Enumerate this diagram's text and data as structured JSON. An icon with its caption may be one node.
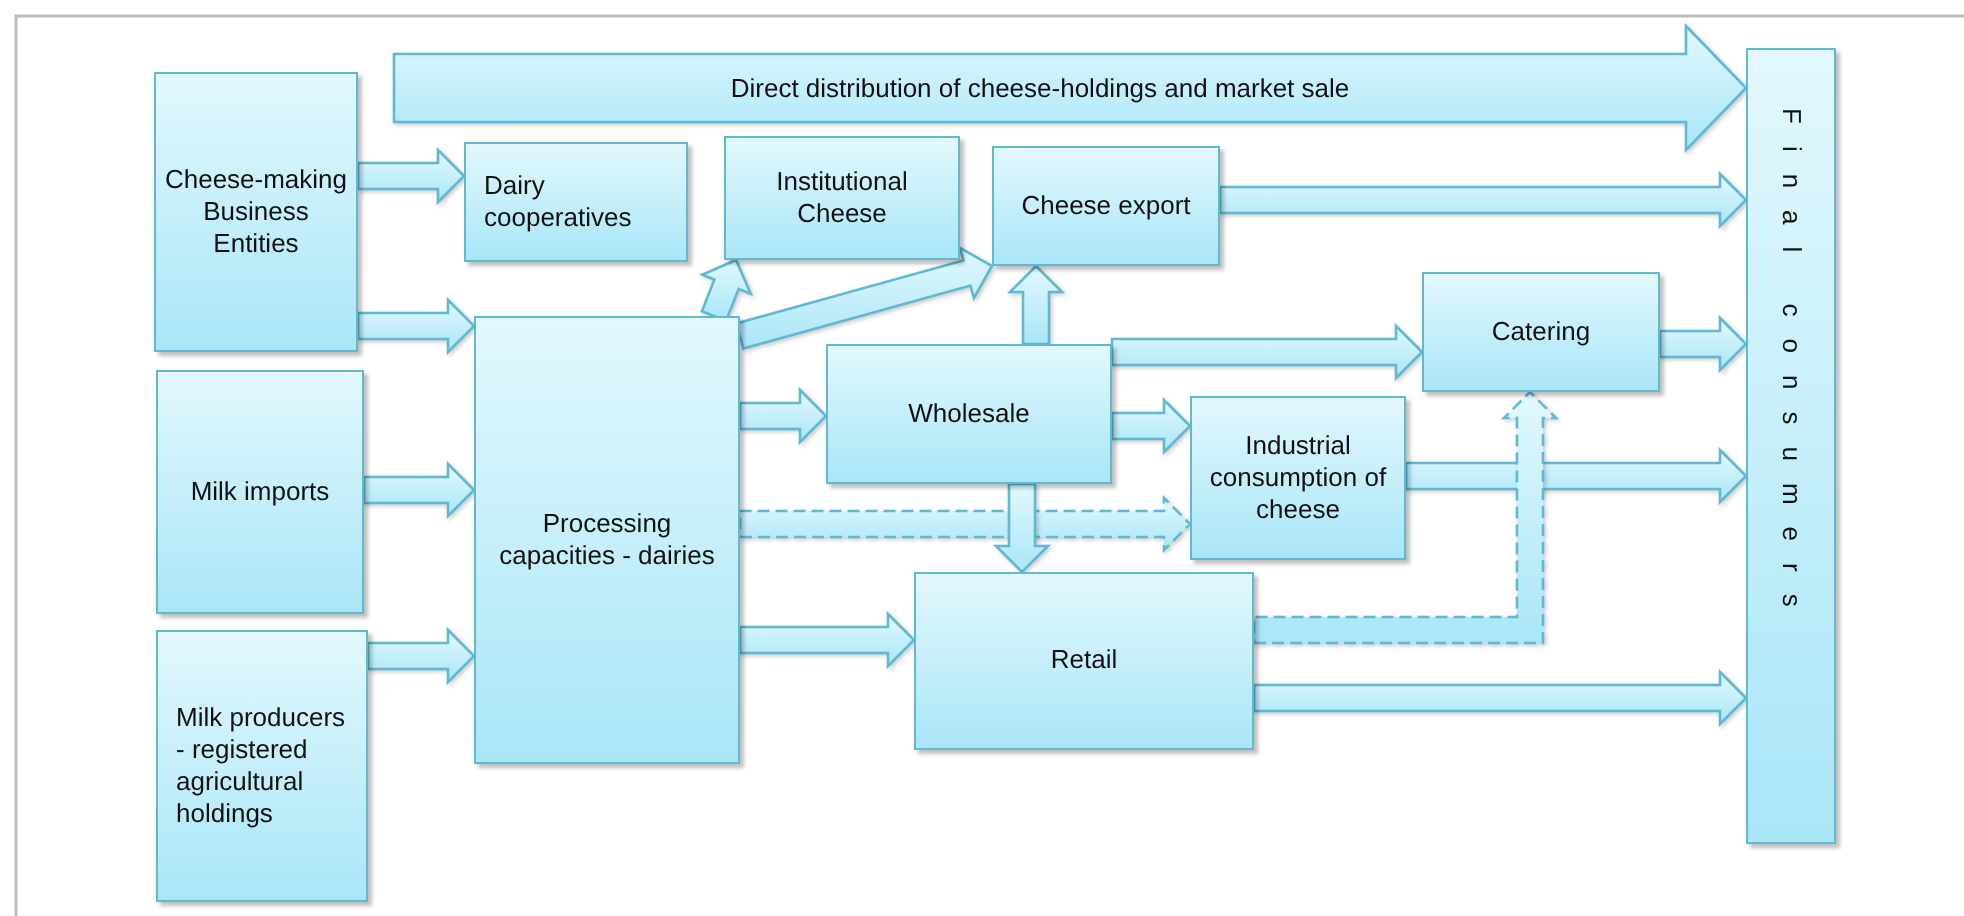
{
  "diagram": {
    "nodes": [
      {
        "text": [
          "Cheese-making Business Entities"
        ]
      },
      {
        "text": [
          "Milk imports"
        ]
      },
      {
        "text": [
          "Milk producers - registered agricultural holdings"
        ]
      },
      {
        "text": [
          "Dairy cooperatives"
        ]
      },
      {
        "text": [
          "Institutional Cheese"
        ]
      },
      {
        "text": [
          "Cheese export"
        ]
      },
      {
        "text": [
          "Processing capacities - dairies"
        ]
      },
      {
        "text": [
          "Wholesale"
        ]
      },
      {
        "text": [
          "Catering"
        ]
      },
      {
        "text": [
          "Industrial consumption of cheese"
        ]
      },
      {
        "text": [
          "Retail"
        ]
      },
      {
        "text": [
          "Final consumers"
        ]
      }
    ],
    "edges": [
      {
        "from": 0,
        "to": 3,
        "arrow": "to"
      },
      {
        "from": 0,
        "to": 6,
        "arrow": "to"
      },
      {
        "from": 1,
        "to": 6,
        "arrow": "to"
      },
      {
        "from": 2,
        "to": 6,
        "arrow": "to"
      },
      {
        "from": 6,
        "to": 4,
        "arrow": "to"
      },
      {
        "from": 6,
        "to": 5,
        "arrow": "to"
      },
      {
        "from": 5,
        "to": 11,
        "arrow": "to"
      },
      {
        "from": 7,
        "to": 5,
        "arrow": "to"
      },
      {
        "from": 6,
        "to": 7,
        "arrow": "to"
      },
      {
        "from": 7,
        "to": 8,
        "arrow": "to"
      },
      {
        "from": 7,
        "to": 9,
        "arrow": "to"
      },
      {
        "from": 6,
        "to": 9,
        "arrow": "to",
        "style": "dashed"
      },
      {
        "from": 7,
        "to": 10,
        "arrow": "to"
      },
      {
        "from": 6,
        "to": 10,
        "arrow": "to"
      },
      {
        "from": 8,
        "to": 11,
        "arrow": "to"
      },
      {
        "from": 9,
        "to": 11,
        "arrow": "to"
      },
      {
        "from": 10,
        "to": 8,
        "arrow": "to",
        "style": "dashed"
      },
      {
        "from": 10,
        "to": 11,
        "arrow": "to"
      },
      {
        "from": null,
        "to": 11,
        "arrow": "to",
        "label": "Direct distribution of cheese-holdings and market sale"
      }
    ]
  }
}
